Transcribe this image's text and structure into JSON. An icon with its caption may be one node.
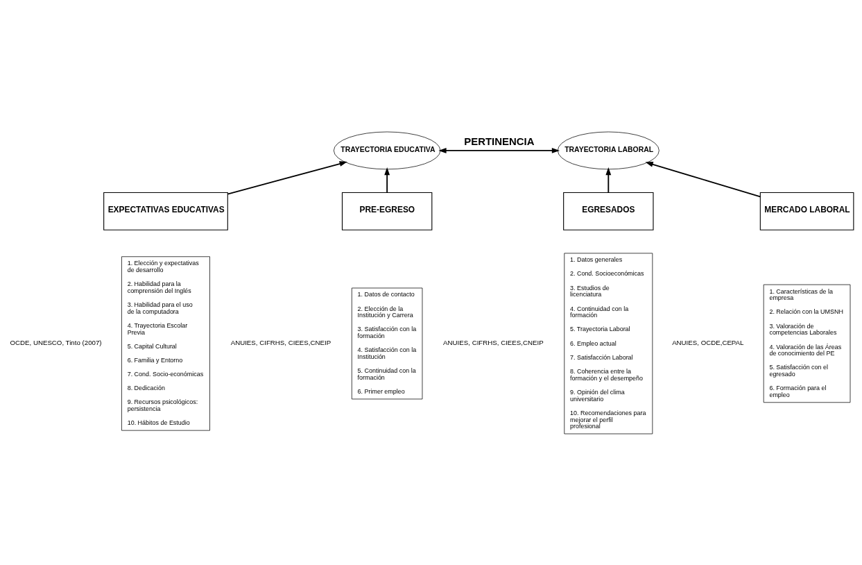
{
  "diagram": {
    "nodes": [
      {
        "text": [
          "TRAYECTORIA EDUCATIVA"
        ]
      },
      {
        "text": [
          "TRAYECTORIA LABORAL"
        ]
      },
      {
        "text": [
          "EXPECTATIVAS EDUCATIVAS"
        ]
      },
      {
        "text": [
          "PRE-EGRESO"
        ]
      },
      {
        "text": [
          "EGRESADOS"
        ]
      },
      {
        "text": [
          "MERCADO LABORAL"
        ]
      },
      {
        "text": [
          "1. Elección y expectativas de desarrollo",
          "2. Habilidad para la comprensión del Inglés",
          "3. Habilidad para el uso de la computadora",
          "4. Trayectoria Escolar Previa",
          "5. Capital Cultural",
          "6. Familia y Entorno",
          "7. Cond. Socio-económicas",
          "8. Dedicación",
          "9. Recursos psicológicos: persistencia",
          "10. Hábitos de Estudio"
        ]
      },
      {
        "text": [
          "1. Datos de contacto",
          "2. Elección de la Institución y Carrera",
          "3. Satisfacción con la formación",
          "4. Satisfacción con la Institución",
          "5. Continuidad con la formación",
          "6. Primer empleo"
        ]
      },
      {
        "text": [
          "1. Datos generales",
          "2. Cond. Socioeconómicas",
          "3. Estudios de licenciatura",
          "4. Continuidad con la formación",
          "5. Trayectoria Laboral",
          "6. Empleo actual",
          "7. Satisfacción Laboral",
          "8. Coherencia entre la formación y el desempeño",
          "9. Opinión del clima universitario",
          "10. Recomendaciones para mejorar el perfil profesional"
        ]
      },
      {
        "text": [
          "1. Características de la empresa",
          "2. Relación con la UMSNH",
          "3. Valoración de competencias Laborales",
          "4. Valoración de las Áreas de conocimiento del PE",
          "5. Satisfacción con el egresado",
          "6. Formación para el empleo"
        ]
      }
    ],
    "edges": [
      {
        "from": 0,
        "to": 1,
        "arrow": "both",
        "label": "PERTINENCIA"
      },
      {
        "from": 2,
        "to": 0,
        "arrow": "to"
      },
      {
        "from": 3,
        "to": 0,
        "arrow": "to"
      },
      {
        "from": 4,
        "to": 1,
        "arrow": "to"
      },
      {
        "from": 5,
        "to": 1,
        "arrow": "to"
      }
    ],
    "labels": [
      "OCDE, UNESCO, Tinto (2007)",
      "ANUIES, CIFRHS, CIEES,CNEIP",
      "ANUIES, CIFRHS, CIEES,CNEIP",
      "ANUIES, OCDE,CEPAL"
    ]
  }
}
